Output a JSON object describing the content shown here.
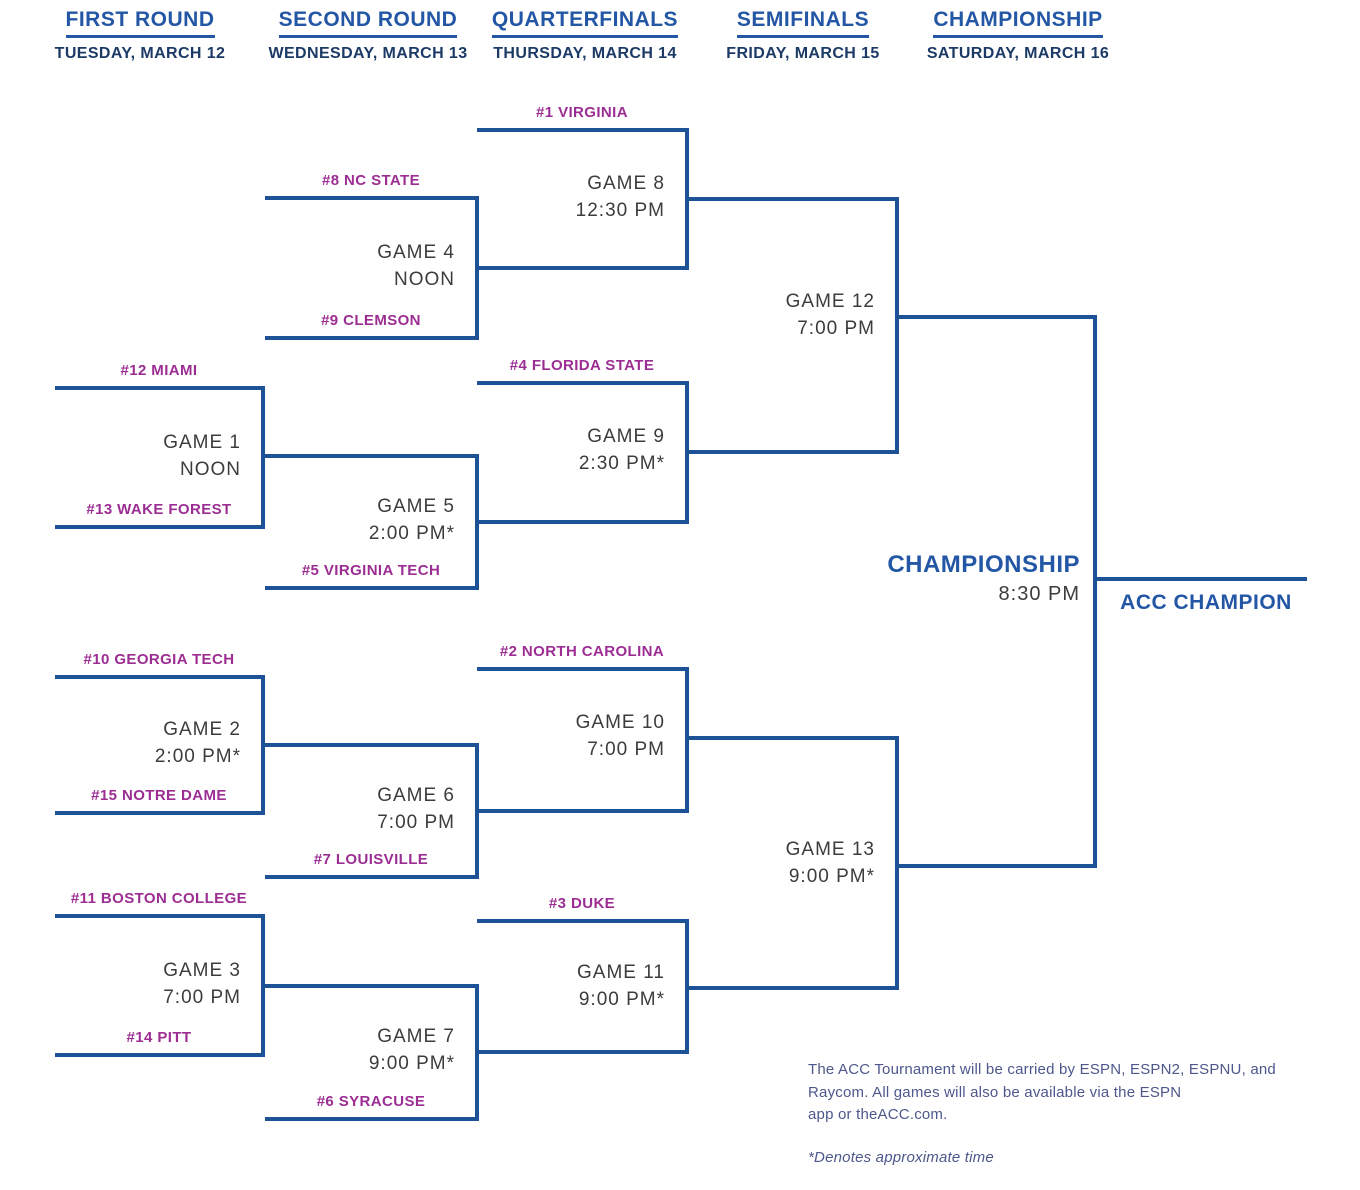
{
  "header": {
    "rounds": [
      {
        "label": "FIRST ROUND",
        "date": "TUESDAY, MARCH 12"
      },
      {
        "label": "SECOND ROUND",
        "date": "WEDNESDAY, MARCH 13"
      },
      {
        "label": "QUARTERFINALS",
        "date": "THURSDAY, MARCH 14"
      },
      {
        "label": "SEMIFINALS",
        "date": "FRIDAY, MARCH 15"
      },
      {
        "label": "CHAMPIONSHIP",
        "date": "SATURDAY, MARCH 16"
      }
    ]
  },
  "bracket": {
    "teams": {
      "seed1": "#1 VIRGINIA",
      "seed2": "#2 NORTH CAROLINA",
      "seed3": "#3 DUKE",
      "seed4": "#4 FLORIDA STATE",
      "seed5": "#5 VIRGINIA TECH",
      "seed6": "#6 SYRACUSE",
      "seed7": "#7 LOUISVILLE",
      "seed8": "#8 NC STATE",
      "seed9": "#9 CLEMSON",
      "seed10": "#10 GEORGIA TECH",
      "seed11": "#11 BOSTON COLLEGE",
      "seed12": "#12 MIAMI",
      "seed13": "#13 WAKE FOREST",
      "seed14": "#14 PITT",
      "seed15": "#15 NOTRE DAME"
    },
    "games": {
      "g1": {
        "label": "GAME 1",
        "time": "NOON"
      },
      "g2": {
        "label": "GAME 2",
        "time": "2:00 PM*"
      },
      "g3": {
        "label": "GAME 3",
        "time": "7:00 PM"
      },
      "g4": {
        "label": "GAME 4",
        "time": "NOON"
      },
      "g5": {
        "label": "GAME 5",
        "time": "2:00 PM*"
      },
      "g6": {
        "label": "GAME 6",
        "time": "7:00 PM"
      },
      "g7": {
        "label": "GAME 7",
        "time": "9:00 PM*"
      },
      "g8": {
        "label": "GAME 8",
        "time": "12:30 PM"
      },
      "g9": {
        "label": "GAME 9",
        "time": "2:30 PM*"
      },
      "g10": {
        "label": "GAME 10",
        "time": "7:00 PM"
      },
      "g11": {
        "label": "GAME 11",
        "time": "9:00 PM*"
      },
      "g12": {
        "label": "GAME 12",
        "time": "7:00 PM"
      },
      "g13": {
        "label": "GAME 13",
        "time": "9:00 PM*"
      }
    },
    "final": {
      "label": "CHAMPIONSHIP",
      "time": "8:30 PM",
      "winner_label": "ACC CHAMPION"
    }
  },
  "footer": {
    "broadcast_lines": [
      "The ACC Tournament will be carried by ESPN, ESPN2, ESPNU, and",
      "Raycom. All games will also be available via the ESPN",
      "app or theACC.com."
    ],
    "footnote": "*Denotes approximate time"
  },
  "colors": {
    "line_blue": "#1d5396",
    "header_blue": "#2357a5",
    "header_navy": "#1c3a66",
    "team_purple": "#9c2e93",
    "game_gray": "#3c3c3c",
    "footer_slate": "#4d578b"
  }
}
